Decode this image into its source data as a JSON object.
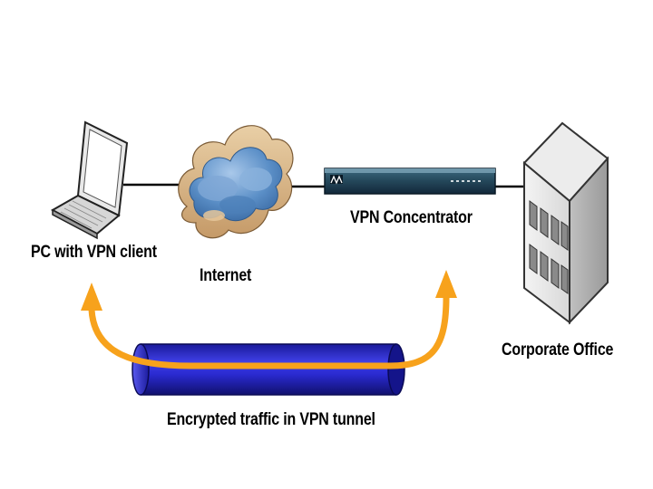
{
  "nodes": {
    "pc": {
      "label": "PC with VPN client",
      "icon": "laptop-icon"
    },
    "internet": {
      "label": "Internet",
      "icon": "cloud-icon"
    },
    "vpn_concentrator": {
      "label": "VPN Concentrator",
      "icon": "rack-device-icon"
    },
    "corporate_office": {
      "label": "Corporate Office",
      "icon": "office-building-icon"
    }
  },
  "tunnel": {
    "label": "Encrypted traffic in VPN tunnel",
    "icon": "tunnel-pipe-icon"
  },
  "colors": {
    "tunnel_blue": "#2b2bd6",
    "traffic_arrow": "#f7a21c",
    "link_line": "#000000",
    "cloud_blue": "#5b8fc7",
    "cloud_tan": "#d9b487",
    "device_teal": "#24475a"
  }
}
